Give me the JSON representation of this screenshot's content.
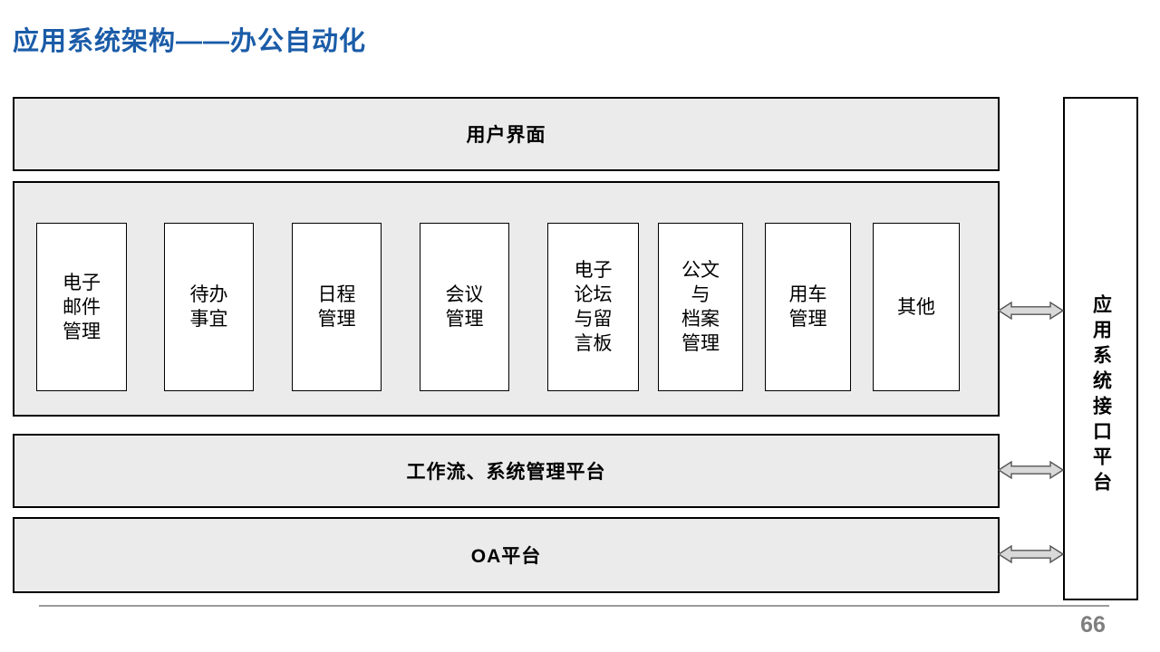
{
  "title": "应用系统架构——办公自动化",
  "page_number": "66",
  "layers": {
    "user_interface": {
      "label": "用户界面"
    },
    "workflow": {
      "label": "工作流、系统管理平台"
    },
    "oa": {
      "label": "OA平台"
    }
  },
  "modules": [
    {
      "label": "电子\n邮件\n管理"
    },
    {
      "label": "待办\n事宜"
    },
    {
      "label": "日程\n管理"
    },
    {
      "label": "会议\n管理"
    },
    {
      "label": "电子\n论坛\n与留\n言板"
    },
    {
      "label": "公文\n与\n档案\n管理"
    },
    {
      "label": "用车\n管理"
    },
    {
      "label": "其他"
    }
  ],
  "platform": {
    "label": "应用系统接口平台"
  },
  "connectors": {
    "count": 3,
    "type": "bidirectional-horizontal-arrow"
  },
  "colors": {
    "title": "#1B5CA8",
    "layer_fill": "#EBEBEB",
    "module_fill": "#FFFFFF",
    "border": "#000000",
    "arrow_fill": "#D9D9D9",
    "arrow_stroke": "#555555",
    "footer_line": "#9A9A9A",
    "page_number": "#7F7F7F"
  }
}
